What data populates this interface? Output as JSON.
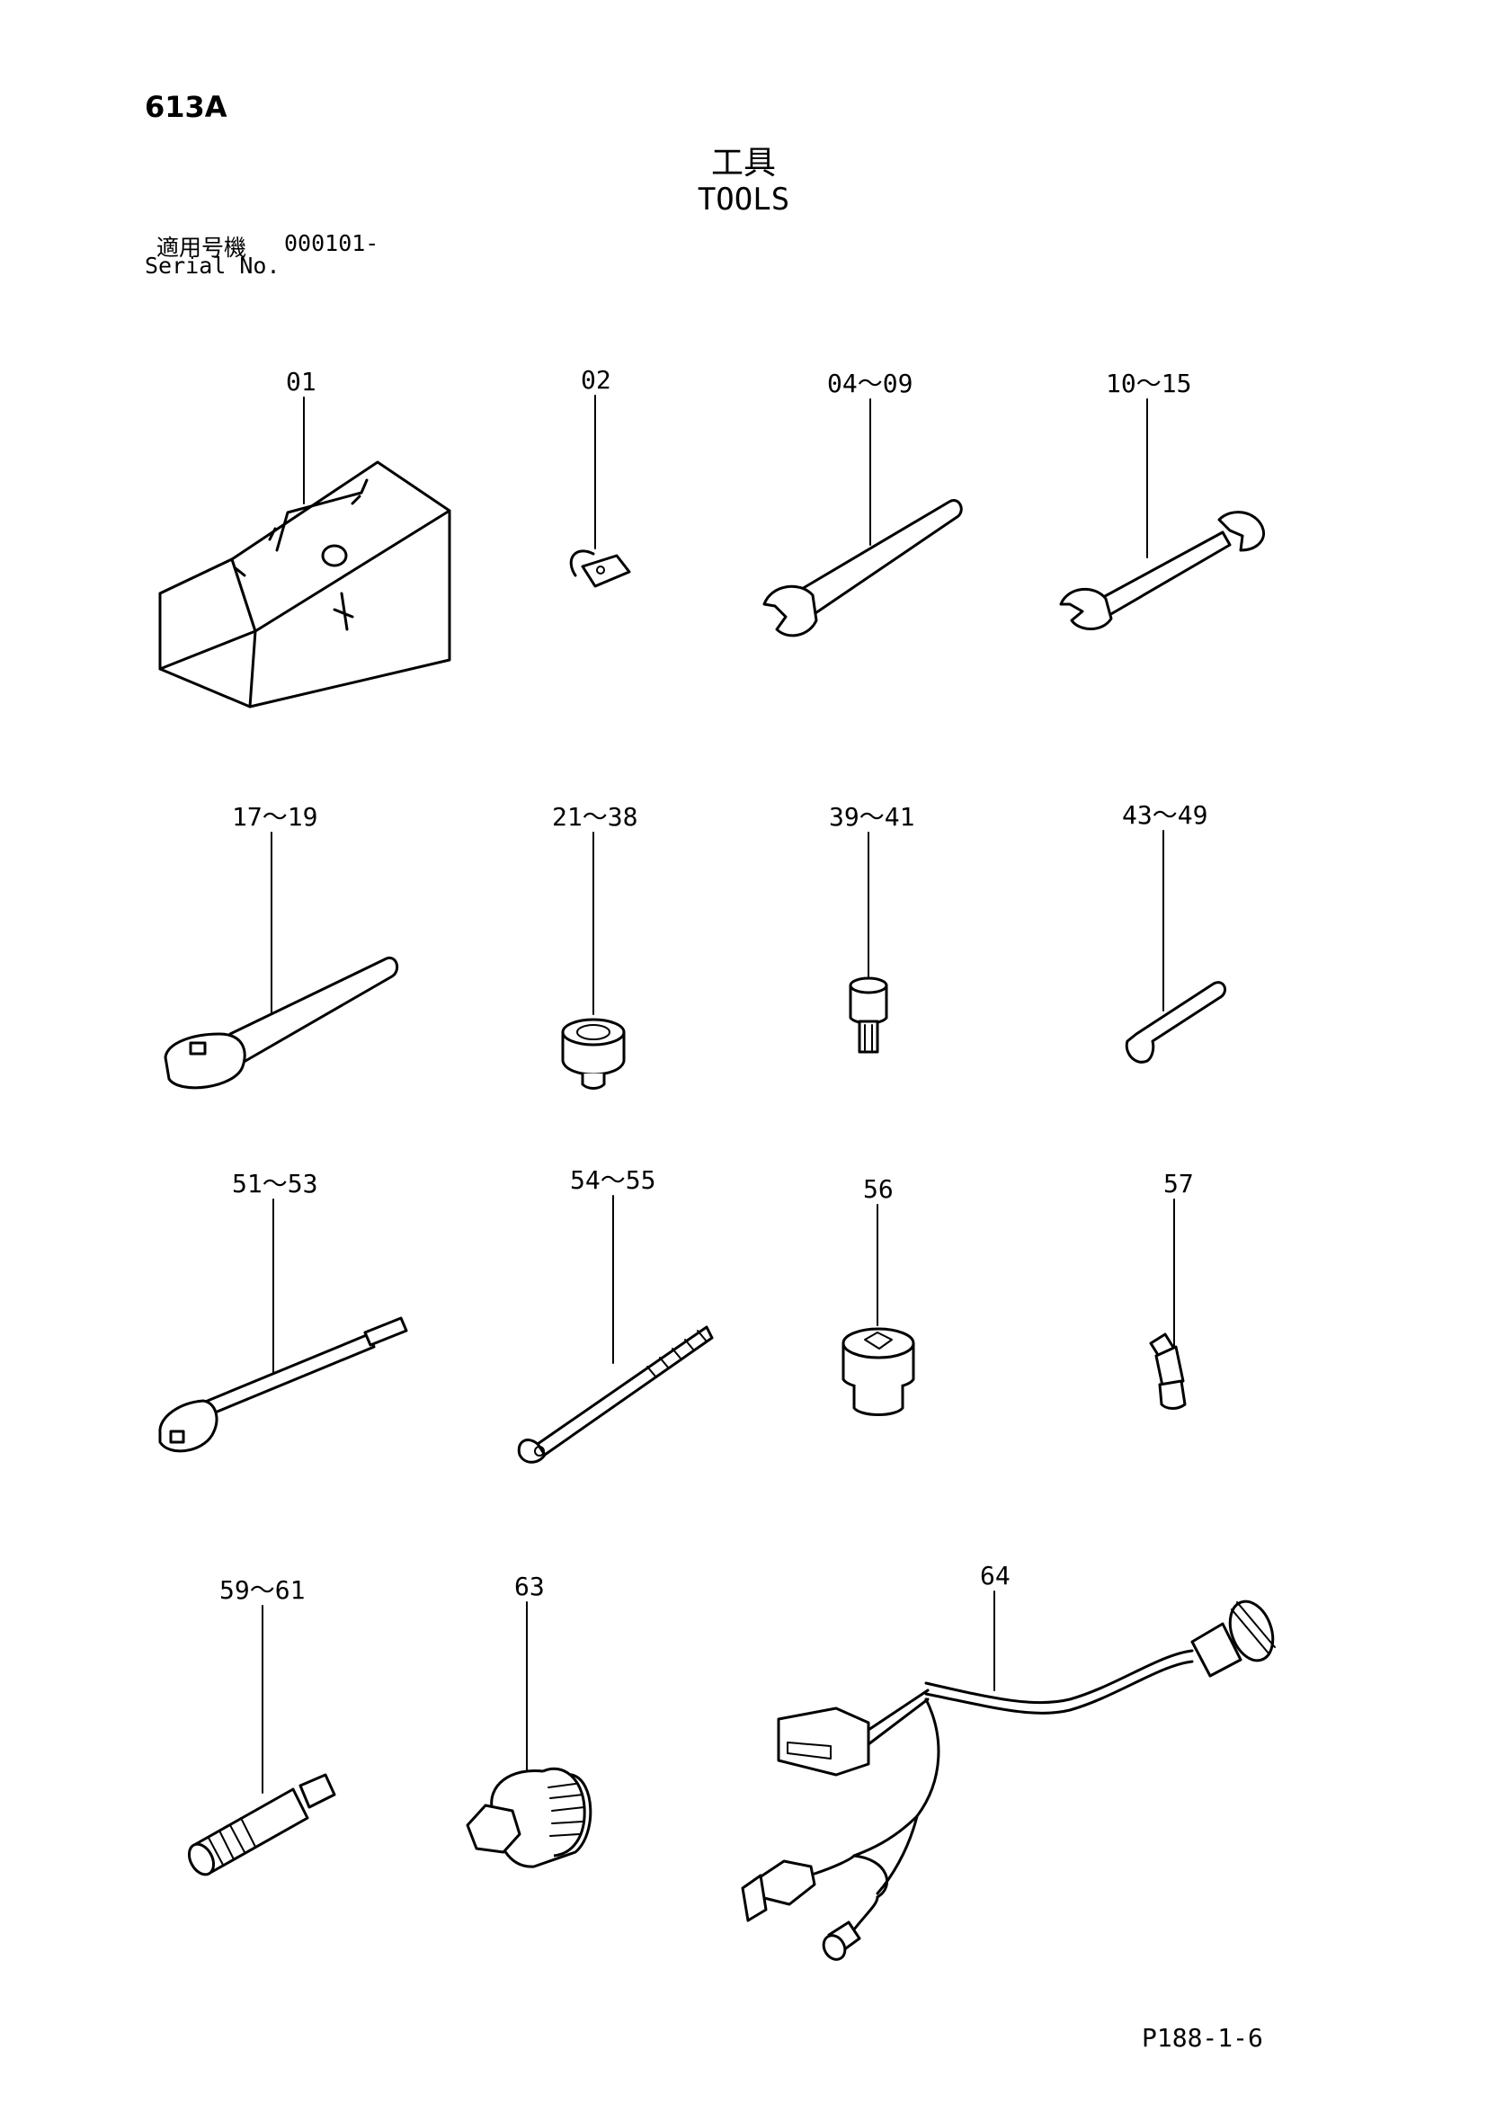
{
  "header": {
    "page_code": "613A",
    "title_jp": "工具",
    "title_en": "TOOLS",
    "serial_label_jp": "適用号機",
    "serial_range": "000101-",
    "serial_label_en": "Serial No."
  },
  "parts": [
    {
      "label": "01",
      "icon": "toolbox-icon"
    },
    {
      "label": "02",
      "icon": "padlock-icon"
    },
    {
      "label": "04～09",
      "icon": "spanner-wrench-icon"
    },
    {
      "label": "10～15",
      "icon": "double-open-end-wrench-icon"
    },
    {
      "label": "17～19",
      "icon": "ratchet-handle-icon"
    },
    {
      "label": "21～38",
      "icon": "socket-icon"
    },
    {
      "label": "39～41",
      "icon": "hex-bit-socket-icon"
    },
    {
      "label": "43～49",
      "icon": "hex-key-icon"
    },
    {
      "label": "51～53",
      "icon": "extension-bar-icon"
    },
    {
      "label": "54～55",
      "icon": "t-wrench-icon"
    },
    {
      "label": "56",
      "icon": "square-drive-adapter-icon"
    },
    {
      "label": "57",
      "icon": "grease-nipple-icon"
    },
    {
      "label": "59～61",
      "icon": "threaded-adapter-icon"
    },
    {
      "label": "63",
      "icon": "plug-socket-icon"
    },
    {
      "label": "64",
      "icon": "wire-harness-icon"
    }
  ],
  "footer": {
    "page_ref": "P188-1-6"
  }
}
